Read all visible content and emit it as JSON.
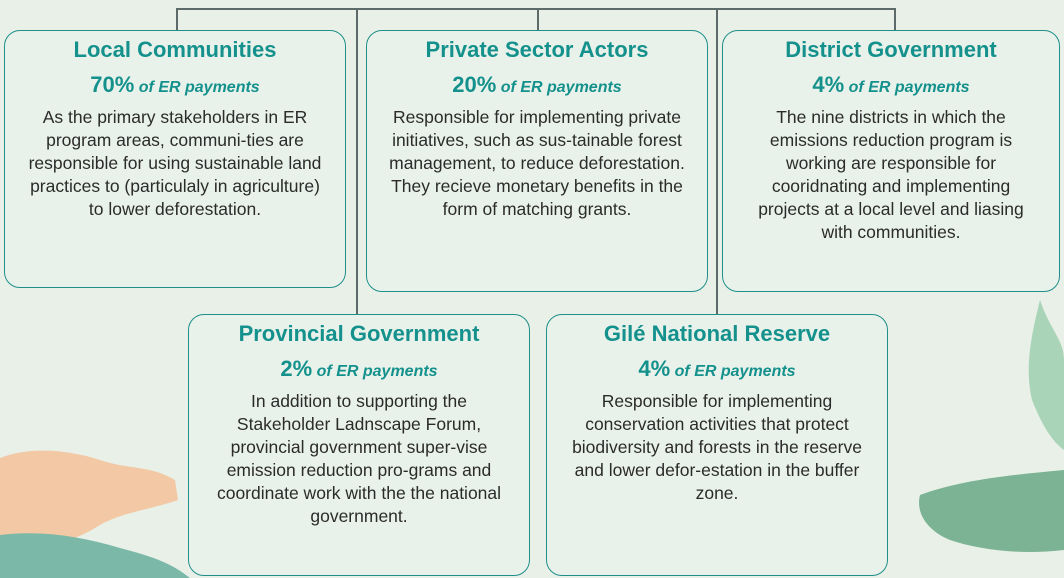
{
  "boxes": {
    "local": {
      "title": "Local Communities",
      "pct": "70%",
      "pct_label": "of ER payments",
      "desc": "As the primary stakeholders in ER program areas, communi-ties are responsible for using sustainable land practices to (particulaly in agriculture) to lower deforestation."
    },
    "private": {
      "title": "Private Sector Actors",
      "pct": "20%",
      "pct_label": "of ER payments",
      "desc": "Responsible for implementing private initiatives, such as sus-tainable forest management, to reduce deforestation. They recieve monetary benefits in the form of matching grants."
    },
    "district": {
      "title": "District Government",
      "pct": "4%",
      "pct_label": "of ER payments",
      "desc": "The nine districts in which the emissions reduction program is working are responsible for cooridnating and implementing projects at a local level and liasing with communities."
    },
    "provincial": {
      "title": "Provincial Government",
      "pct": "2%",
      "pct_label": "of ER payments",
      "desc": "In addition to supporting the Stakeholder Ladnscape Forum, provincial government super-vise emission reduction pro-grams and coordinate work with the the national government."
    },
    "gile": {
      "title": "Gilé National Reserve",
      "pct": "4%",
      "pct_label": "of ER payments",
      "desc": "Responsible for implementing conservation activities that protect biodiversity and forests in the reserve and lower defor-estation in the buffer zone."
    }
  },
  "colors": {
    "accent": "#14918c",
    "border": "#1f8f8a",
    "background": "#e8f0e8",
    "connector": "#5c6b6a",
    "orange_shape": "#f2c9a4",
    "teal_shape": "#7bb8a8",
    "green_shape": "#8fbf98"
  }
}
